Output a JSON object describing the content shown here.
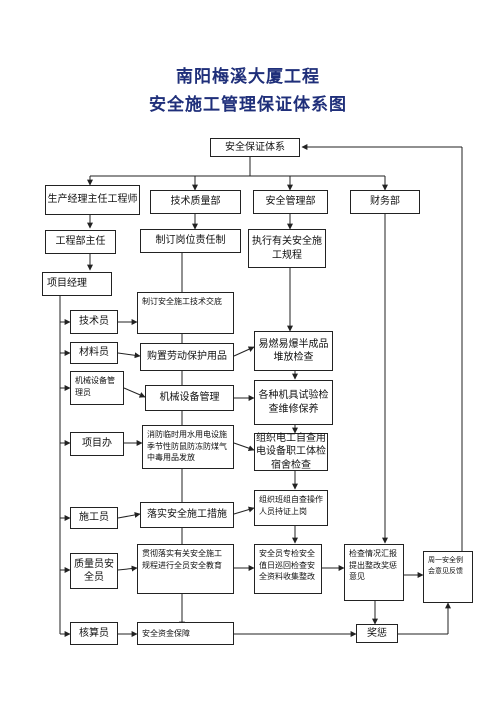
{
  "title": {
    "line1": "南阳梅溪大厦工程",
    "line2": "安全施工管理保证体系图"
  },
  "nodes": {
    "system": "安全保证体系",
    "pm": "生产经理主任工程师",
    "tech_quality": "技术质量部",
    "safety_dept": "安全管理部",
    "finance": "财务部",
    "eng_head": "工程部主任",
    "post_resp": "制订岗位责任制",
    "exec_rules": "执行有关安全施工规程",
    "proj_mgr": "项目经理",
    "technician": "技术员",
    "tech_brief": "制订安全施工技术交底",
    "materials": "材料员",
    "buy_protect": "购置劳动保护用品",
    "flammable": "易燃易爆半成品堆放检查",
    "mech_mgr": "机械设备管理员",
    "mech_equip": "机械设备管理",
    "mech_test": "各种机具试验检查维修保养",
    "proj_office": "项目办",
    "temp_power": "消防临时用水用电设施季节性防鼠防冻防煤气中毒用品发放",
    "electrician": "组织电工自查用电设备职工体检宿舍检查",
    "constructor": "施工员",
    "implement": "落实安全施工措施",
    "team_check": "组织班组自查操作人员持证上岗",
    "quality_safety": "质量员安全员",
    "implement_rules": "贯彻落实有关安全施工规程进行全员安全教育",
    "safety_duty": "安全员专检安全值日巡回检查安全资料收集整改",
    "inspect_report": "检查情况汇报提出整改奖惩意见",
    "weekly": "周一安全例会意见反馈",
    "accountant": "核算员",
    "fund": "安全资金保障",
    "reward": "奖惩"
  }
}
